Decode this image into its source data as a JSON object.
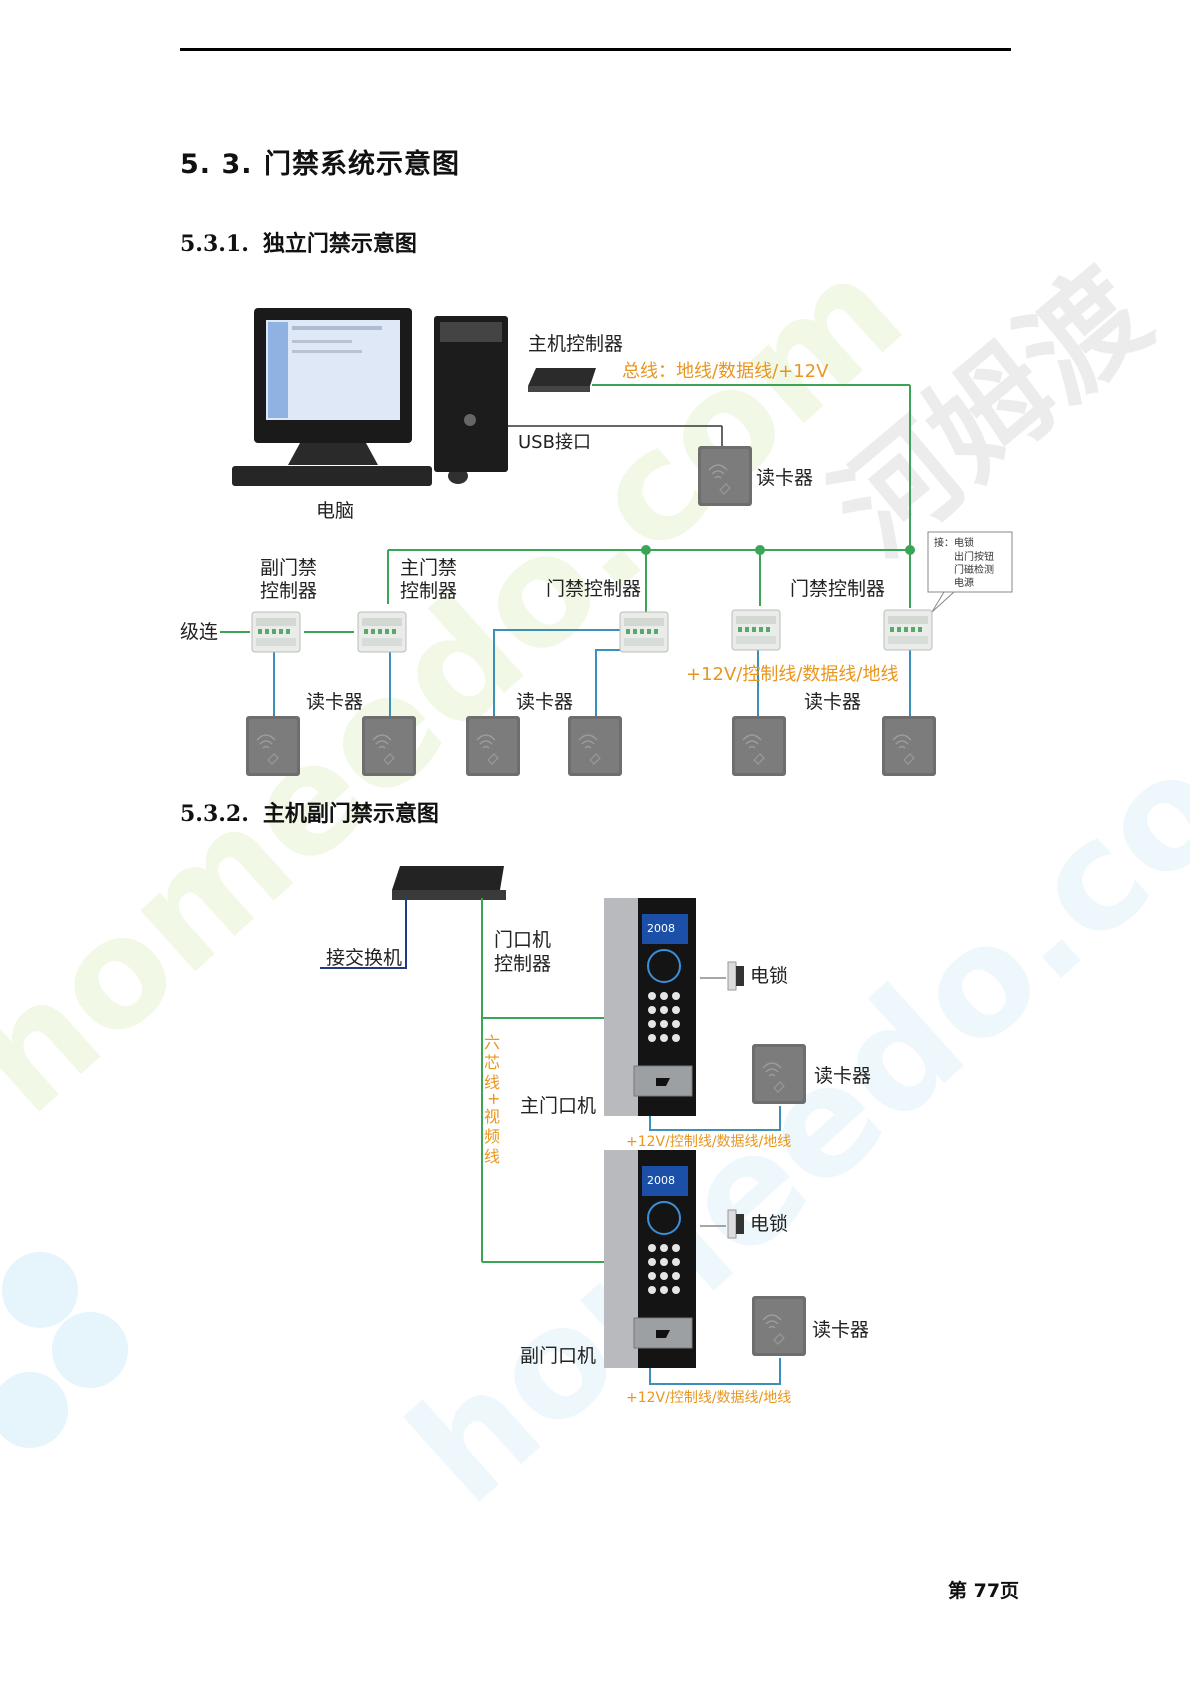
{
  "section": {
    "number": "5. 3.",
    "title": "门禁系统示意图"
  },
  "sub1": {
    "number": "5.3.1.",
    "title": "独立门禁示意图"
  },
  "sub2": {
    "number": "5.3.2.",
    "title": "主机副门禁示意图"
  },
  "diagram1": {
    "computer": "电脑",
    "host_controller": "主机控制器",
    "bus": "总线：地线/数据线/+12V",
    "usb": "USB接口",
    "reader": "读卡器",
    "sub_ctrl_1": "副门禁",
    "sub_ctrl_2": "控制器",
    "main_ctrl_1": "主门禁",
    "main_ctrl_2": "控制器",
    "door_ctrl": "门禁控制器",
    "cascade": "级连",
    "power_wire": "+12V/控制线/数据线/地线",
    "callout": [
      "接：电锁",
      "出门按钮",
      "门磁检测",
      "电源"
    ]
  },
  "diagram2": {
    "switch": "接交换机",
    "door_ctrl_1": "门口机",
    "door_ctrl_2": "控制器",
    "cable": [
      "六",
      "芯",
      "线",
      "+",
      "视",
      "频",
      "线"
    ],
    "lock": "电锁",
    "reader": "读卡器",
    "main_unit": "主门口机",
    "sub_unit": "副门口机",
    "wire": "+12V/控制线/数据线/地线",
    "screen_year": "2008"
  },
  "page": "第 77页",
  "watermark": "homeedo.com",
  "watermark_cn": "河姆渡",
  "colors": {
    "green": "#3aa655",
    "blue": "#3b8fb8",
    "orange": "#e8961e",
    "gray": "#8a8a8a"
  }
}
